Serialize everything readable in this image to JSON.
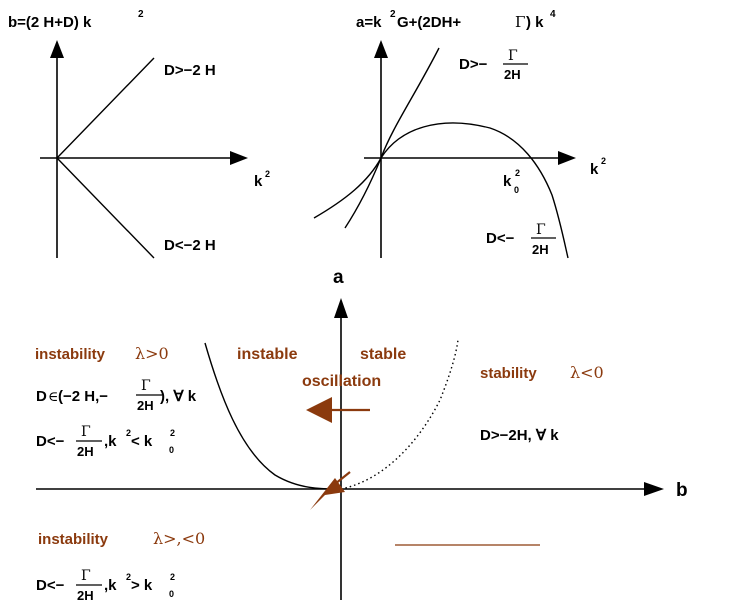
{
  "panel_b": {
    "title": "b=(2 H+D) k",
    "title_exp": "2",
    "x_axis": "k",
    "x_axis_exp": "2",
    "upper_label": "D>−2 H",
    "lower_label": "D<−2 H"
  },
  "panel_a": {
    "title_part1": "a=k",
    "title_exp1": "2",
    "title_part2": "G+(2DH+ ",
    "title_gamma": "Γ",
    "title_part3": ") k",
    "title_exp2": "4",
    "upper_label_prefix": "D>−",
    "lower_label_prefix": "D<−",
    "frac_num": "Γ",
    "frac_den": "2H",
    "k0_label": "k",
    "k0_sup": "2",
    "k0_sub": "0",
    "x_axis": "k",
    "x_axis_exp": "2"
  },
  "phase": {
    "y_axis": "a",
    "x_axis": "b",
    "region_instability_top": {
      "title": "instability ",
      "lambda": "λ>0",
      "cond1_prefix": "D",
      "cond1_in": "∈",
      "cond1_mid": " (−2 H,−",
      "cond1_suffix": " ), ∀ k",
      "cond2_prefix": "D<−",
      "cond2_suffix": " ,k",
      "cond2_sup": "2",
      "cond2_lt": " < k",
      "cond2_k0_sup": "2",
      "cond2_k0_sub": "0"
    },
    "instable_label": "instable",
    "stable_label": "stable",
    "oscillation_label": "oscillation",
    "region_stability": {
      "title": "stability ",
      "lambda": "λ<0",
      "cond": "D>−2H, ∀ k"
    },
    "region_instability_bottom": {
      "title": "instability ",
      "lambda": "λ>,<0",
      "cond_prefix": "D<−",
      "cond_suffix": " ,k",
      "cond_sup": "2",
      "cond_gt": " > k",
      "cond_k0_sup": "2",
      "cond_k0_sub": "0"
    },
    "frac_num": "Γ",
    "frac_den": "2H"
  },
  "colors": {
    "brown": "#8b3a0e",
    "ink": "#000000"
  }
}
